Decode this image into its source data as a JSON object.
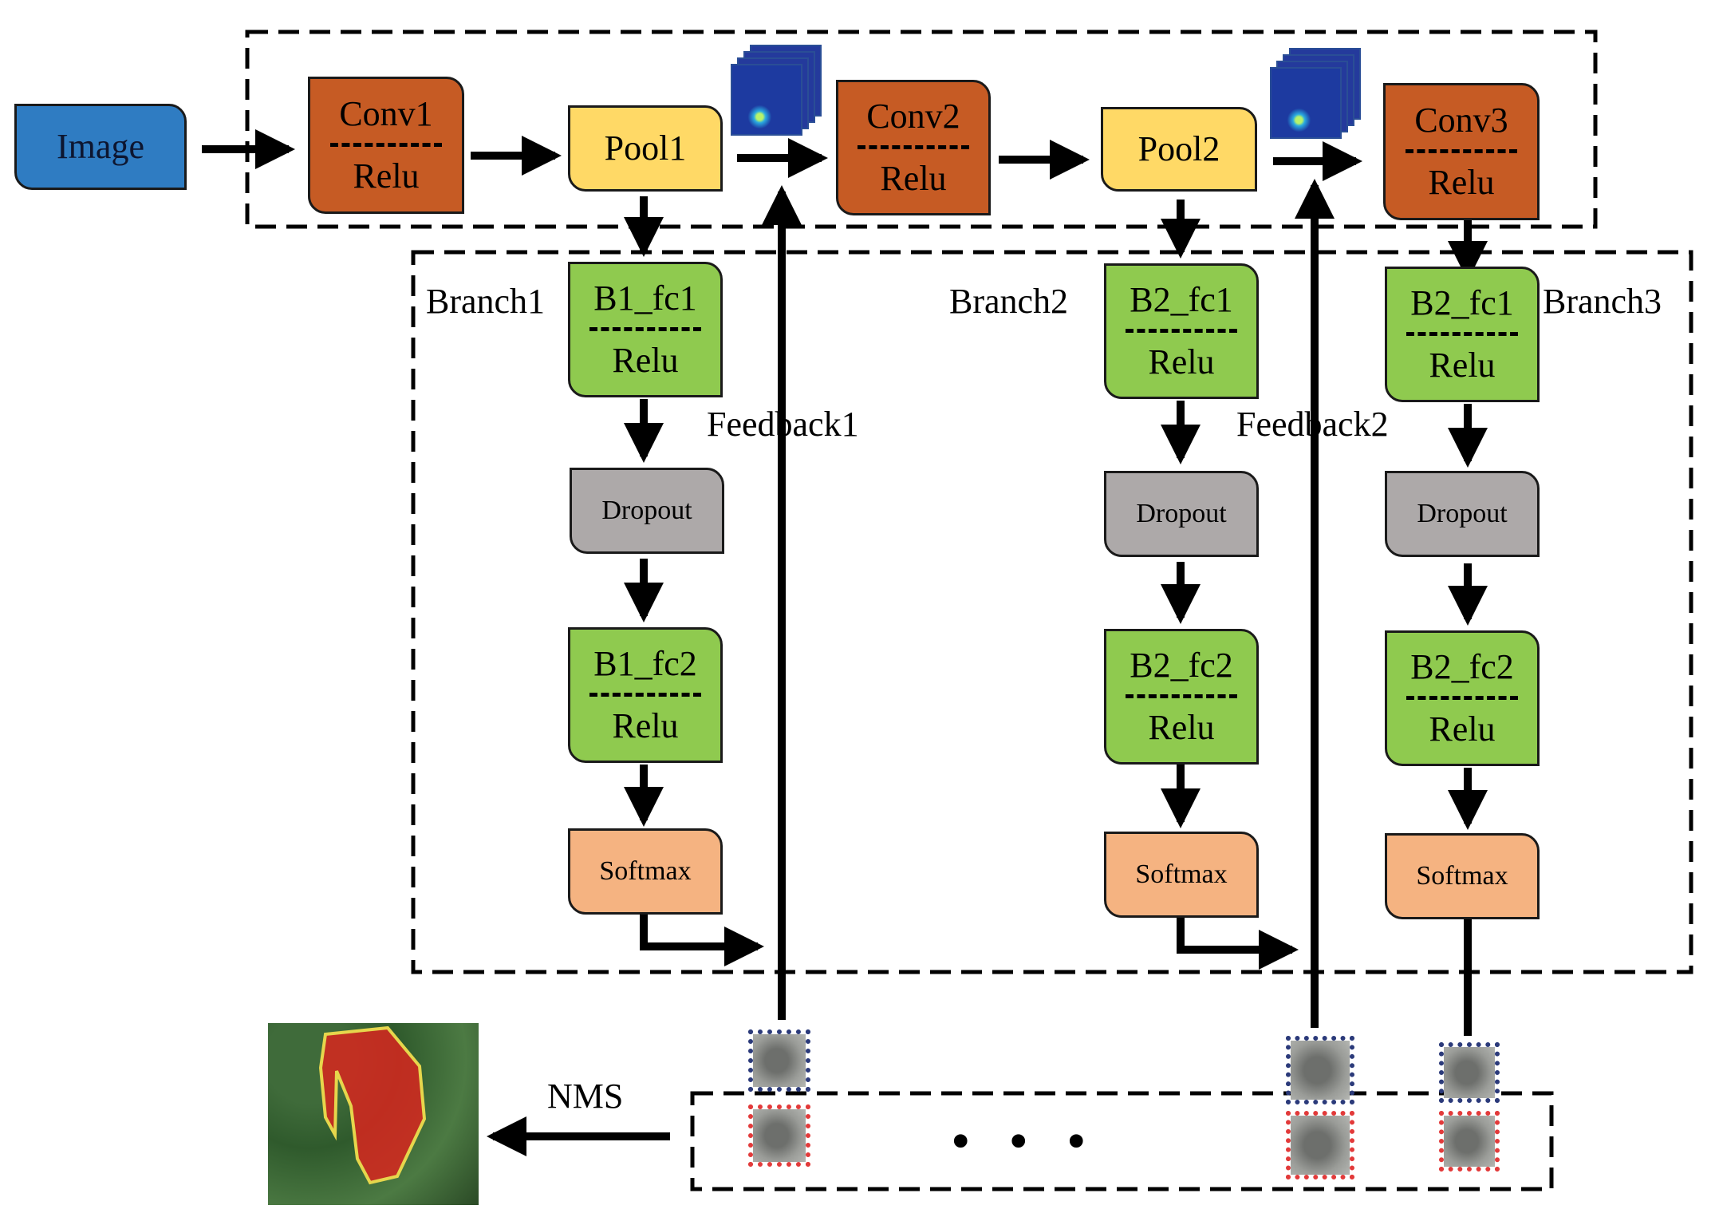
{
  "nodes": {
    "image": "Image",
    "conv1": {
      "top": "Conv1",
      "bottom": "Relu"
    },
    "pool1": "Pool1",
    "conv2": {
      "top": "Conv2",
      "bottom": "Relu"
    },
    "pool2": "Pool2",
    "conv3": {
      "top": "Conv3",
      "bottom": "Relu"
    },
    "branch1": {
      "fc1": {
        "top": "B1_fc1",
        "bottom": "Relu"
      },
      "dropout": "Dropout",
      "fc2": {
        "top": "B1_fc2",
        "bottom": "Relu"
      },
      "softmax": "Softmax"
    },
    "branch2": {
      "fc1": {
        "top": "B2_fc1",
        "bottom": "Relu"
      },
      "dropout": "Dropout",
      "fc2": {
        "top": "B2_fc2",
        "bottom": "Relu"
      },
      "softmax": "Softmax"
    },
    "branch3": {
      "fc1": {
        "top": "B2_fc1",
        "bottom": "Relu"
      },
      "dropout": "Dropout",
      "fc2": {
        "top": "B2_fc2",
        "bottom": "Relu"
      },
      "softmax": "Softmax"
    }
  },
  "labels": {
    "branch1": "Branch1",
    "branch2": "Branch2",
    "branch3": "Branch3",
    "feedback1": "Feedback1",
    "feedback2": "Feedback2",
    "nms": "NMS",
    "ellipsis": "•••"
  },
  "colors": {
    "image": "#2f7cc2",
    "conv": "#c65b24",
    "pool": "#ffd966",
    "fc": "#8fca4f",
    "dropout": "#ada9a9",
    "softmax": "#f5b381",
    "patch_blue": "#2b3a7a",
    "patch_red": "#e23a3a"
  }
}
